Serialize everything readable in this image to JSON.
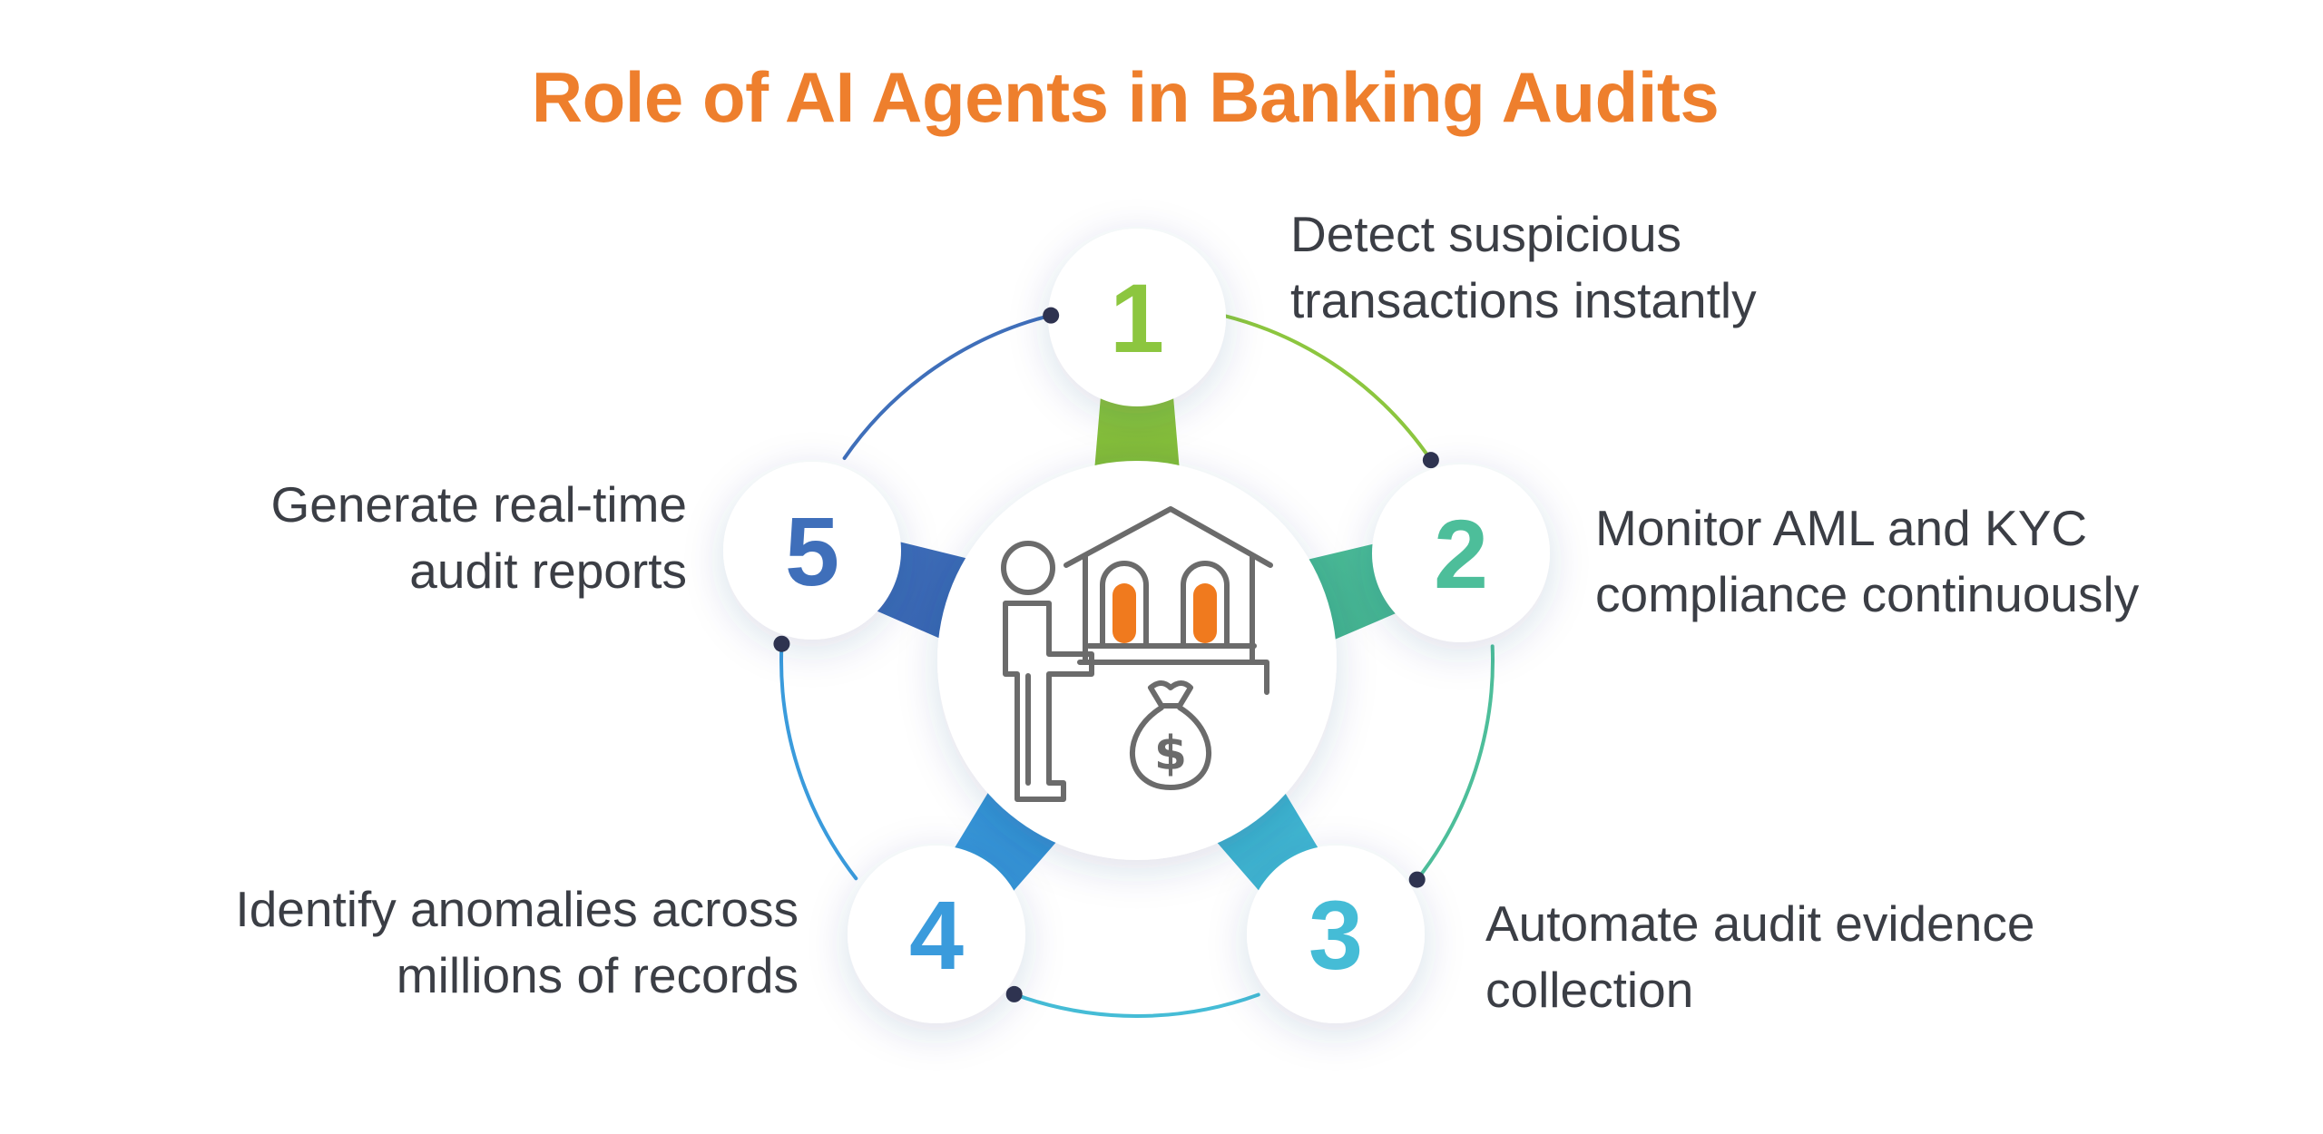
{
  "title": "Role of AI Agents in Banking Audits",
  "colors": {
    "title": "#EE7F2D",
    "text": "#3B3E45",
    "icon_stroke": "#6B6B6B",
    "icon_accent": "#F07A1E",
    "dot": "#2E3350"
  },
  "center_icon": "agent-bank-money-bag-icon",
  "items": [
    {
      "number": "1",
      "color": "#8CC63F",
      "lines": [
        "Detect suspicious",
        "transactions instantly"
      ]
    },
    {
      "number": "2",
      "color": "#4DBE9A",
      "lines": [
        "Monitor AML and KYC",
        "compliance continuously"
      ]
    },
    {
      "number": "3",
      "color": "#45BCD6",
      "lines": [
        "Automate audit evidence",
        "collection"
      ]
    },
    {
      "number": "4",
      "color": "#3A9BDC",
      "lines": [
        "Identify anomalies across",
        "millions of records"
      ]
    },
    {
      "number": "5",
      "color": "#3F6FBA",
      "lines": [
        "Generate real-time",
        "audit reports"
      ]
    }
  ]
}
